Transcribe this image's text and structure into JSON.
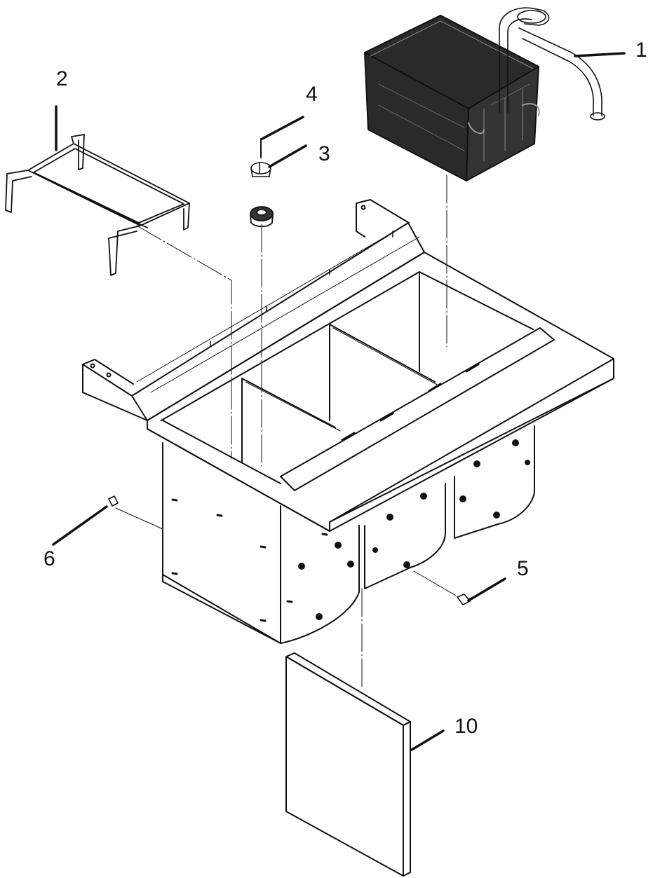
{
  "callouts": {
    "c1": "1",
    "c2": "2",
    "c3": "3",
    "c4": "4",
    "c5": "5",
    "c6": "6",
    "c10": "10"
  },
  "colors": {
    "line": "#111111",
    "basket": "#2a2a2a",
    "paper": "#ffffff"
  }
}
